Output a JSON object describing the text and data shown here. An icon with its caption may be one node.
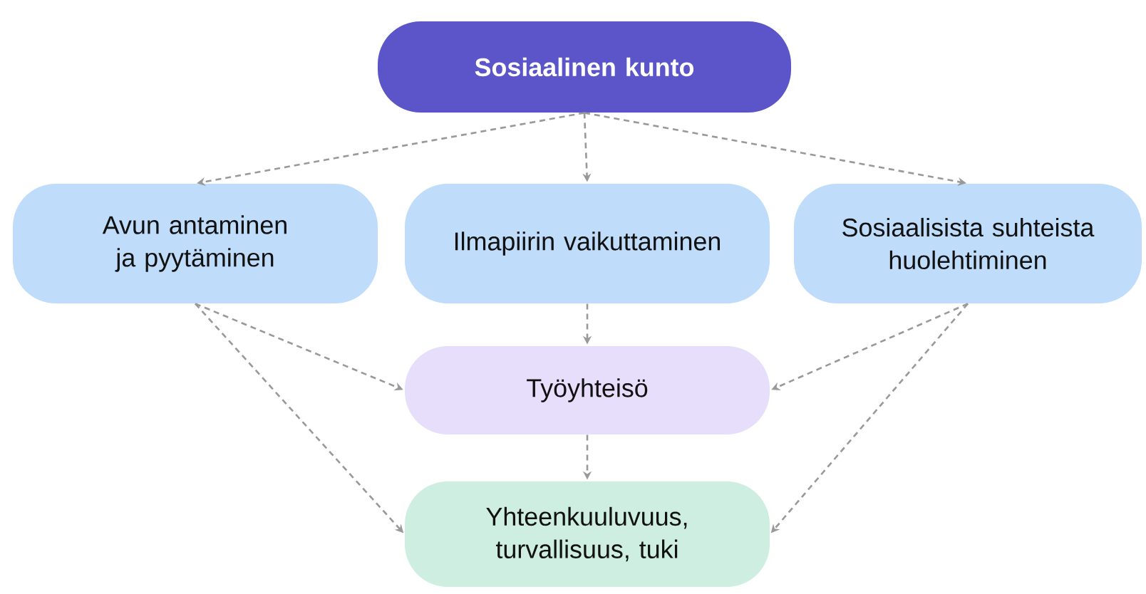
{
  "diagram": {
    "nodes": [
      {
        "text": [
          "Sosiaalinen kunto"
        ]
      },
      {
        "text": [
          "Avun antaminen ja pyytäminen"
        ]
      },
      {
        "text": [
          "Ilmapiirin vaikuttaminen"
        ]
      },
      {
        "text": [
          "Sosiaalisista suhteista huolehtiminen"
        ]
      },
      {
        "text": [
          "Työyhteisö"
        ]
      },
      {
        "text": [
          "Yhteenkuuluvuus, turvallisuus, tuki"
        ]
      }
    ],
    "edges": [
      {
        "from": 0,
        "to": 1,
        "arrow": "to",
        "style": "dashed"
      },
      {
        "from": 0,
        "to": 2,
        "arrow": "to",
        "style": "dashed"
      },
      {
        "from": 0,
        "to": 3,
        "arrow": "to",
        "style": "dashed"
      },
      {
        "from": 1,
        "to": 4,
        "arrow": "to",
        "style": "dashed"
      },
      {
        "from": 2,
        "to": 4,
        "arrow": "to",
        "style": "dashed"
      },
      {
        "from": 3,
        "to": 4,
        "arrow": "to",
        "style": "dashed"
      },
      {
        "from": 1,
        "to": 5,
        "arrow": "to",
        "style": "dashed"
      },
      {
        "from": 3,
        "to": 5,
        "arrow": "to",
        "style": "dashed"
      },
      {
        "from": 4,
        "to": 5,
        "arrow": "to",
        "style": "dashed"
      }
    ]
  }
}
